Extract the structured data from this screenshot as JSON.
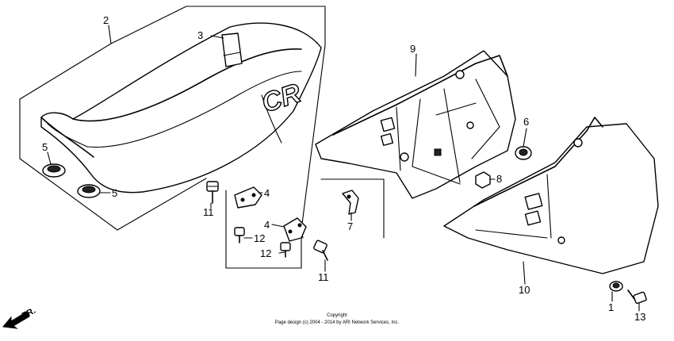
{
  "callouts": {
    "c1": "1",
    "c2": "2",
    "c3": "3",
    "c4a": "4",
    "c4b": "4",
    "c5a": "5",
    "c5b": "5",
    "c6": "6",
    "c7": "7",
    "c8": "8",
    "c9": "9",
    "c10": "10",
    "c11a": "11",
    "c11b": "11",
    "c12a": "12",
    "c12b": "12",
    "c13": "13"
  },
  "seat_logo": "CR",
  "front_label": "FR.",
  "copyright": {
    "line1": "Copyright",
    "line2": "Page design (c) 2004 - 2014 by ARI Network Services, Inc."
  }
}
